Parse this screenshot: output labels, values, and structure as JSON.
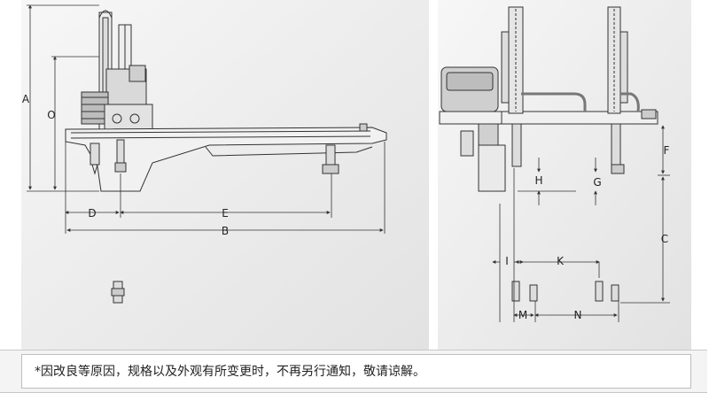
{
  "dimension_labels": {
    "A": "A",
    "B": "B",
    "C": "C",
    "D": "D",
    "E": "E",
    "F": "F",
    "G": "G",
    "H": "H",
    "I": "I",
    "K": "K",
    "M": "M",
    "N": "N",
    "O": "O"
  },
  "footnote": {
    "text": "*因改良等原因，规格以及外观有所变更时，不再另行通知，敬请谅解。"
  }
}
